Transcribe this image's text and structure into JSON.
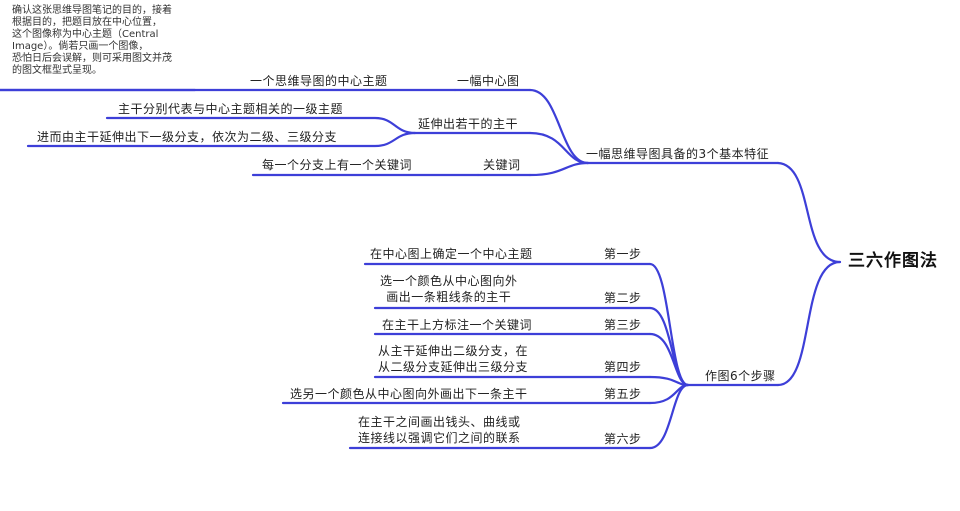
{
  "root": {
    "label": "三六作图法"
  },
  "note": "确认这张思维导图笔记的目的，接着\n根据目的，把题目放在中心位置，\n这个图像称为中心主题（Central\nImage）。倘若只画一个图像，\n恐怕日后会误解，则可采用图文并茂\n的图文框型式呈现。",
  "branch1": {
    "label": "一幅思维导图具备的3个基本特征",
    "children": [
      {
        "label": "一幅中心图",
        "detail": "一个思维导图的中心主题"
      },
      {
        "label": "延伸出若干的主干",
        "details": [
          "主干分别代表与中心主题相关的一级主题",
          "进而由主干延伸出下一级分支，依次为二级、三级分支"
        ]
      },
      {
        "label": "关键词",
        "detail": "每一个分支上有一个关键词"
      }
    ]
  },
  "branch2": {
    "label": "作图6个步骤",
    "steps": [
      {
        "label": "第一步",
        "detail": "在中心图上确定一个中心主题"
      },
      {
        "label": "第二步",
        "detail": "选一个颜色从中心图向外\n画出一条粗线条的主干"
      },
      {
        "label": "第三步",
        "detail": "在主干上方标注一个关键词"
      },
      {
        "label": "第四步",
        "detail": "从主干延伸出二级分支，在\n从二级分支延伸出三级分支"
      },
      {
        "label": "第五步",
        "detail": "选另一个颜色从中心图向外画出下一条主干"
      },
      {
        "label": "第六步",
        "detail": "在主干之间画出钱头、曲线或\n连接线以强调它们之间的联系"
      }
    ]
  },
  "colors": {
    "link": "#3d3fd8",
    "text": "#222222"
  }
}
